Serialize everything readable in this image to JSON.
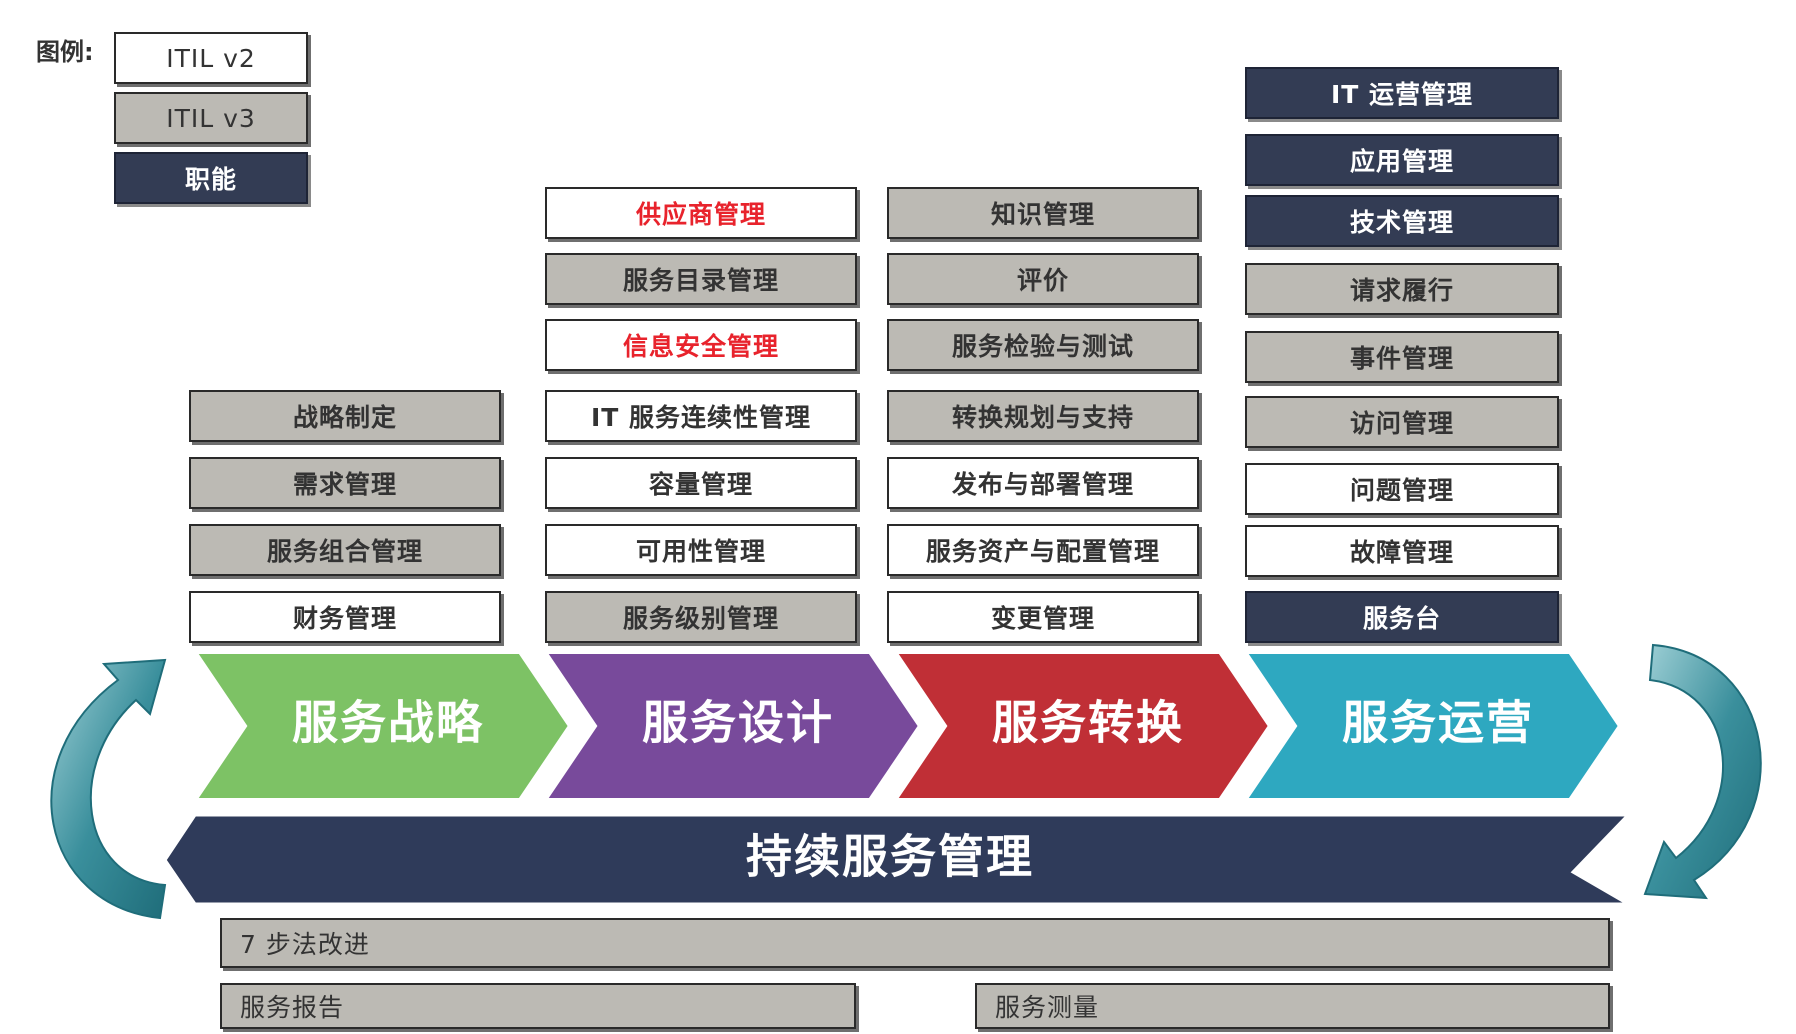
{
  "legend": {
    "title": "图例:",
    "itil_v2": "ITIL v2",
    "itil_v3": "ITIL v3",
    "function": "职能"
  },
  "strategy": {
    "items": [
      "战略制定",
      "需求管理",
      "服务组合管理",
      "财务管理"
    ]
  },
  "design": {
    "items": [
      "供应商管理",
      "服务目录管理",
      "信息安全管理",
      "IT 服务连续性管理",
      "容量管理",
      "可用性管理",
      "服务级别管理"
    ]
  },
  "transition": {
    "items": [
      "知识管理",
      "评价",
      "服务检验与测试",
      "转换规划与支持",
      "发布与部署管理",
      "服务资产与配置管理",
      "变更管理"
    ]
  },
  "operation": {
    "items": [
      "IT 运营管理",
      "应用管理",
      "技术管理",
      "请求履行",
      "事件管理",
      "访问管理",
      "问题管理",
      "故障管理",
      "服务台"
    ]
  },
  "stages": {
    "strategy": "服务战略",
    "design": "服务设计",
    "transition": "服务转换",
    "operation": "服务运营"
  },
  "csi": {
    "label": "持续服务管理",
    "improvement": "7 步法改进",
    "reporting": "服务报告",
    "measurement": "服务测量"
  },
  "colors": {
    "strategy": "#7dc265",
    "design": "#784a9b",
    "transition": "#c02f36",
    "operation": "#2ea8c0",
    "csi": "#2f3b5a",
    "function": "#333c54",
    "itil_v3": "#bcbab4",
    "highlight_text": "#e8232c"
  }
}
